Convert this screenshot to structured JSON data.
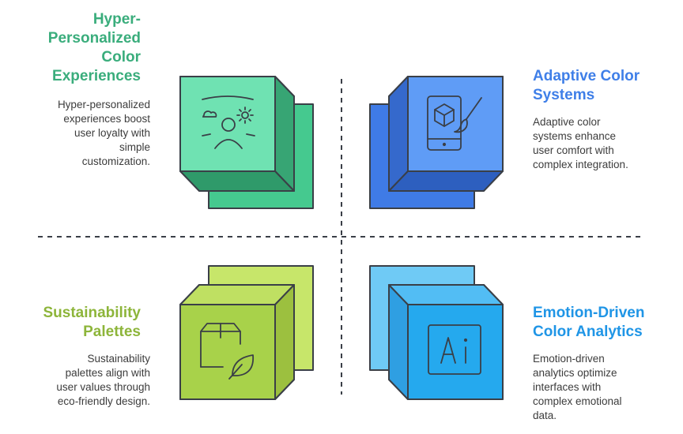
{
  "colors": {
    "green_title": "#3aad7c",
    "blue_title": "#3f7fe8",
    "lime_title": "#8db53a",
    "cyan_title": "#1f95e6",
    "stroke": "#3a3f47"
  },
  "quadrants": [
    {
      "id": "hyper-personalized",
      "title_lines": [
        "Hyper-",
        "Personalized",
        "Color",
        "Experiences"
      ],
      "desc_lines": [
        "Hyper-personalized",
        "experiences boost",
        "user loyalty with",
        "simple",
        "customization."
      ],
      "icon": "personalized-user-icon"
    },
    {
      "id": "adaptive",
      "title_lines": [
        "Adaptive Color",
        "Systems"
      ],
      "desc_lines": [
        "Adaptive color",
        "systems enhance",
        "user comfort with",
        "complex integration."
      ],
      "icon": "mobile-paint-icon"
    },
    {
      "id": "sustainability",
      "title_lines": [
        "Sustainability",
        "Palettes"
      ],
      "desc_lines": [
        "Sustainability",
        "palettes align with",
        "user values through",
        "eco-friendly design."
      ],
      "icon": "eco-package-icon"
    },
    {
      "id": "emotion-driven",
      "title_lines": [
        "Emotion-Driven",
        "Color Analytics"
      ],
      "desc_lines": [
        "Emotion-driven",
        "analytics optimize",
        "interfaces with",
        "complex emotional",
        "data."
      ],
      "icon": "ai-chip-icon"
    }
  ]
}
